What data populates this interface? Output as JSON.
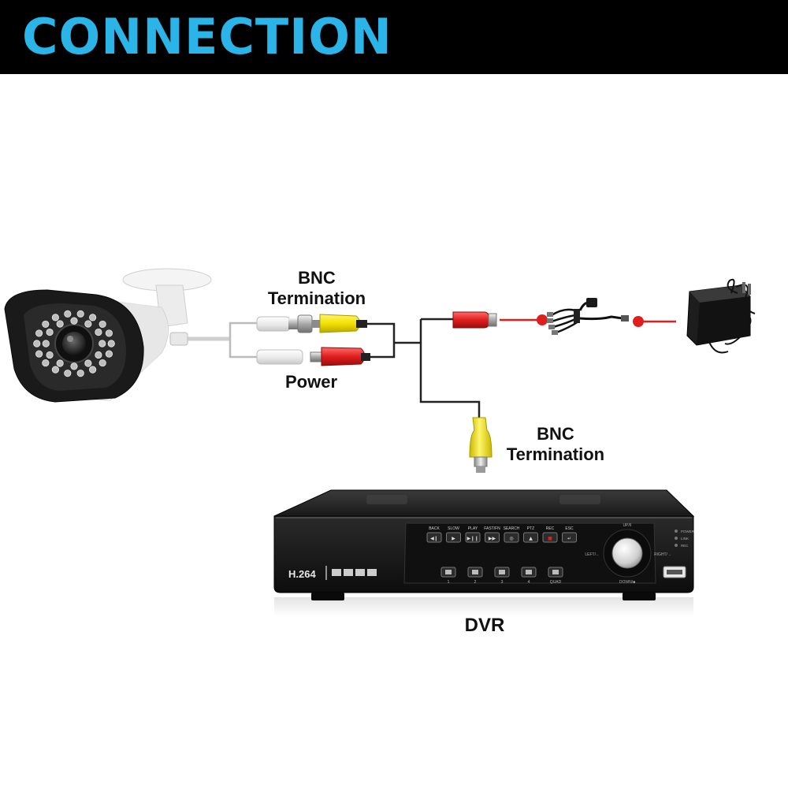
{
  "header": {
    "title": "CONNECTION",
    "title_color": "#2bb4e8",
    "bar_color": "#000000"
  },
  "labels": {
    "bnc_top_line1": "BNC",
    "bnc_top_line2": "Termination",
    "power": "Power",
    "bnc_bottom_line1": "BNC",
    "bnc_bottom_line2": "Termination",
    "dvr": "DVR"
  },
  "dvr_panel": {
    "model": "H.264",
    "buttons": [
      "BACK",
      "SLOW",
      "PLAY",
      "FAST/FN",
      "SEARCH",
      "PTZ",
      "REC",
      "ESC"
    ],
    "channels": [
      "1",
      "2",
      "3",
      "4",
      "QUAD"
    ],
    "dial_top": "UP/II",
    "dial_left": "LEFT/←",
    "dial_right": "RIGHT/→",
    "dial_bottom": "DOWN/■",
    "indicators": [
      "POWER",
      "LINK",
      "REC"
    ]
  },
  "colors": {
    "bnc_plug": "#f2e200",
    "power_plug": "#e01e1e",
    "white_plug": "#f0f0f0",
    "cable_black": "#222222",
    "cable_grey": "#bbbbbb",
    "red_line": "#e01e1e",
    "camera_body": "#f4f4f4",
    "camera_face": "#1a1a1a",
    "dvr_body": "#151515"
  }
}
